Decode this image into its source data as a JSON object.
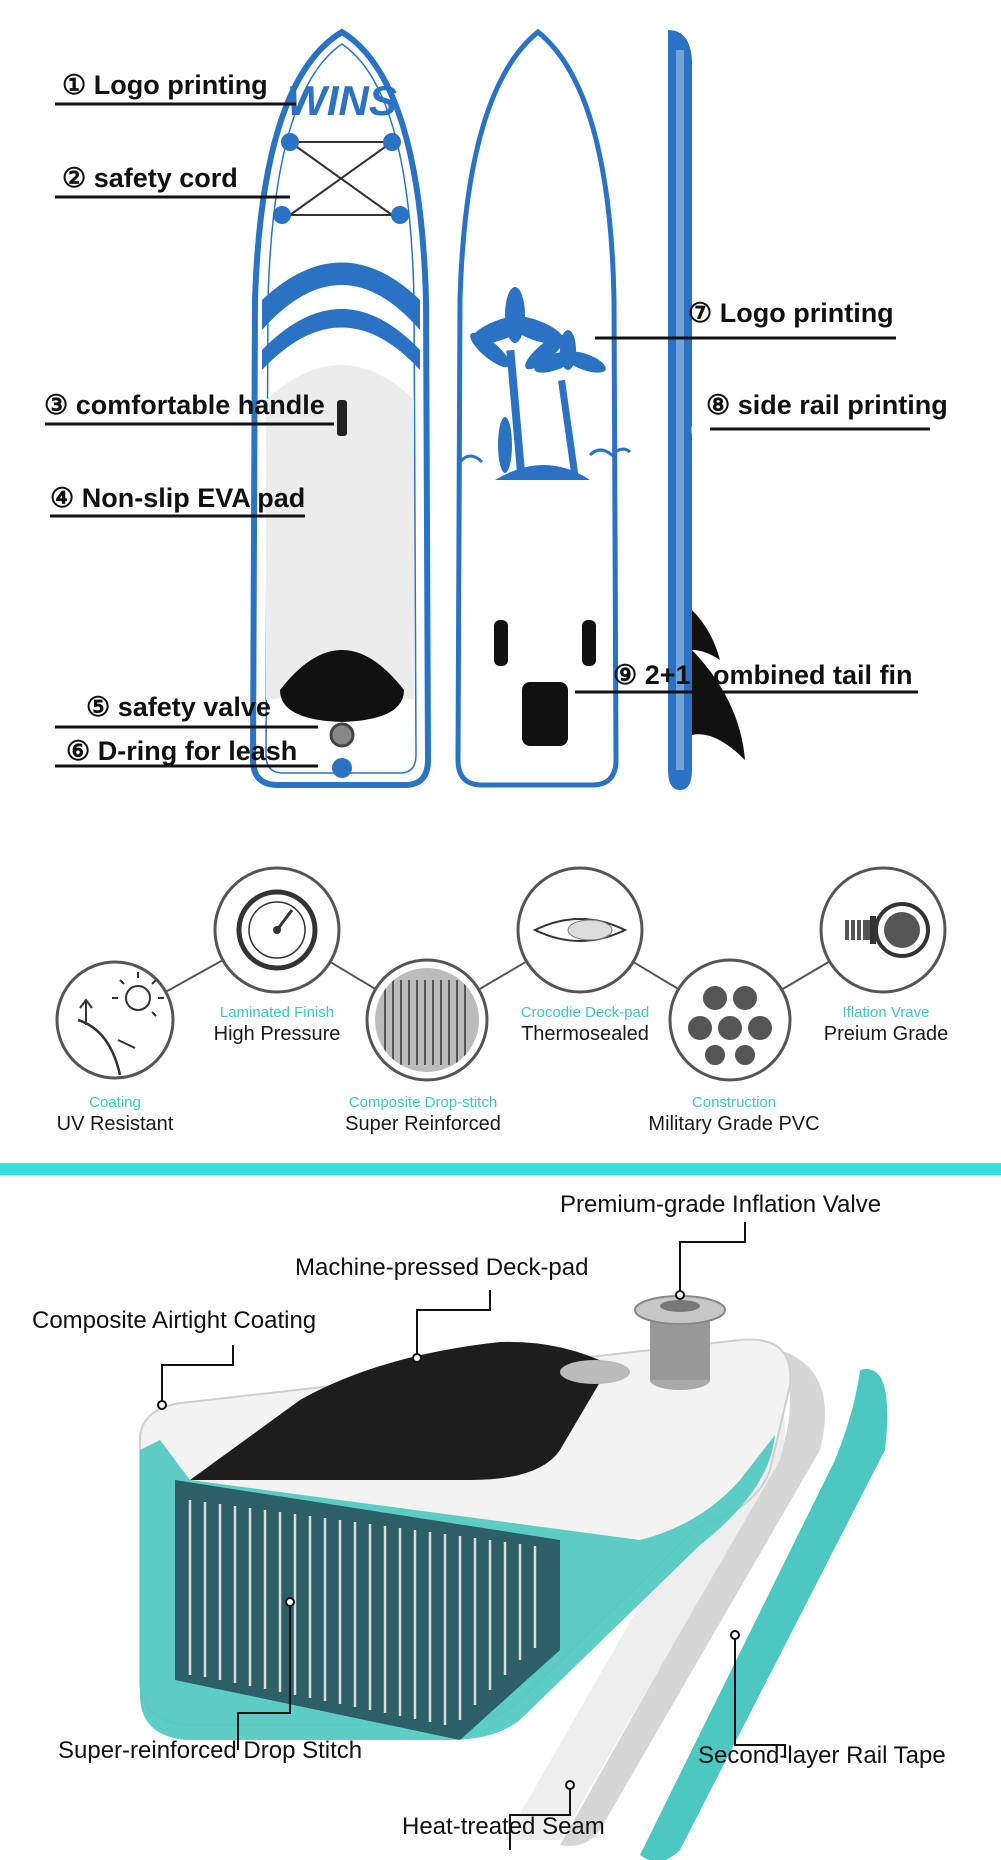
{
  "section1": {
    "callouts": [
      {
        "num": "①",
        "text": "Logo printing"
      },
      {
        "num": "②",
        "text": "safety cord"
      },
      {
        "num": "③",
        "text": "comfortable handle"
      },
      {
        "num": "④",
        "text": "Non-slip EVA pad"
      },
      {
        "num": "⑤",
        "text": "safety valve"
      },
      {
        "num": "⑥",
        "text": "D-ring for leash"
      },
      {
        "num": "⑦",
        "text": "Logo printing"
      },
      {
        "num": "⑧",
        "text": "side rail printing"
      },
      {
        "num": "⑨",
        "text": "2+1 combined tail fin"
      }
    ],
    "logo_text": "WINS",
    "colors": {
      "board_blue": "#2a72c3",
      "board_white": "#ffffff",
      "pad": "#e9e9e9"
    }
  },
  "section2": {
    "features": [
      {
        "teal": "Coating",
        "dark": "UV Resistant",
        "icon": "sun-icon"
      },
      {
        "teal": "Laminated Finish",
        "dark": "High Pressure",
        "icon": "gauge-icon"
      },
      {
        "teal": "Composite Drop-stitch",
        "dark": "Super Reinforced",
        "icon": "drop-stitch-icon"
      },
      {
        "teal": "Crocodie Deck-pad",
        "dark": "Thermosealed",
        "icon": "deck-pad-icon"
      },
      {
        "teal": "Construction",
        "dark": "Military Grade PVC",
        "icon": "pvc-tubes-icon"
      },
      {
        "teal": "Iflation Vrave",
        "dark": "Preium Grade",
        "icon": "valve-icon"
      }
    ],
    "colors": {
      "teal": "#3cc6bd",
      "divider": "#2fe3db"
    }
  },
  "section3": {
    "labels": {
      "inflation_valve": "Premium-grade Inflation Valve",
      "deck_pad": "Machine-pressed Deck-pad",
      "airtight_coating": "Composite Airtight Coating",
      "drop_stitch": "Super-reinforced Drop Stitch",
      "rail_tape": "Second-layer Rail Tape",
      "seam": "Heat-treated Seam"
    },
    "colors": {
      "teal": "#4cc8c0",
      "deck": "#1d1d1d"
    }
  }
}
